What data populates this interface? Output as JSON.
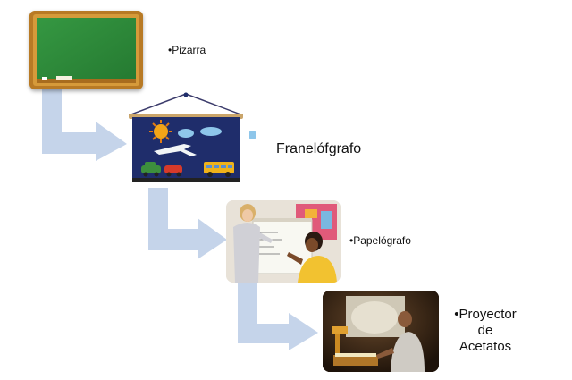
{
  "steps": [
    {
      "label": "•Pizarra"
    },
    {
      "label": "Franelófgrafo"
    },
    {
      "label": "•Papelógrafo"
    },
    {
      "label_lines": [
        "•Proyector",
        "de",
        "Acetatos"
      ]
    }
  ],
  "colors": {
    "arrow": "#c5d4ea",
    "board_green": "#2e8b3a",
    "board_frame": "#c98b2e",
    "felt_navy": "#1f2d6b"
  },
  "icons": [
    "chalkboard-image",
    "felt-board-image",
    "flipchart-photo",
    "overhead-projector-photo"
  ]
}
